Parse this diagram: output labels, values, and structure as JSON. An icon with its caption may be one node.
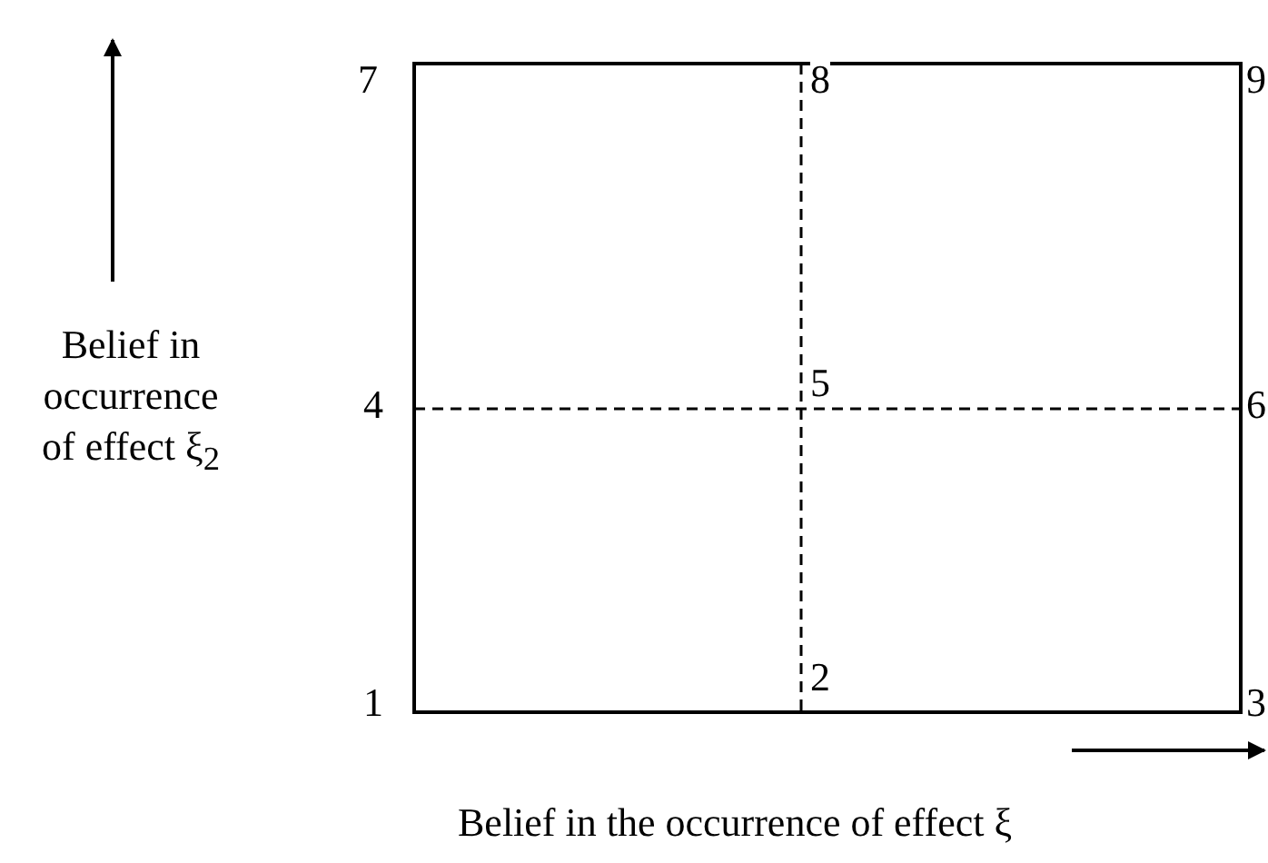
{
  "diagram": {
    "labels": [
      "7",
      "8",
      "9",
      "Belief in occurrence of effect ξ$_{2}$",
      "4",
      "5",
      "6",
      "1",
      "2",
      "3",
      "Belief in the occurrence of effect ξ"
    ]
  }
}
